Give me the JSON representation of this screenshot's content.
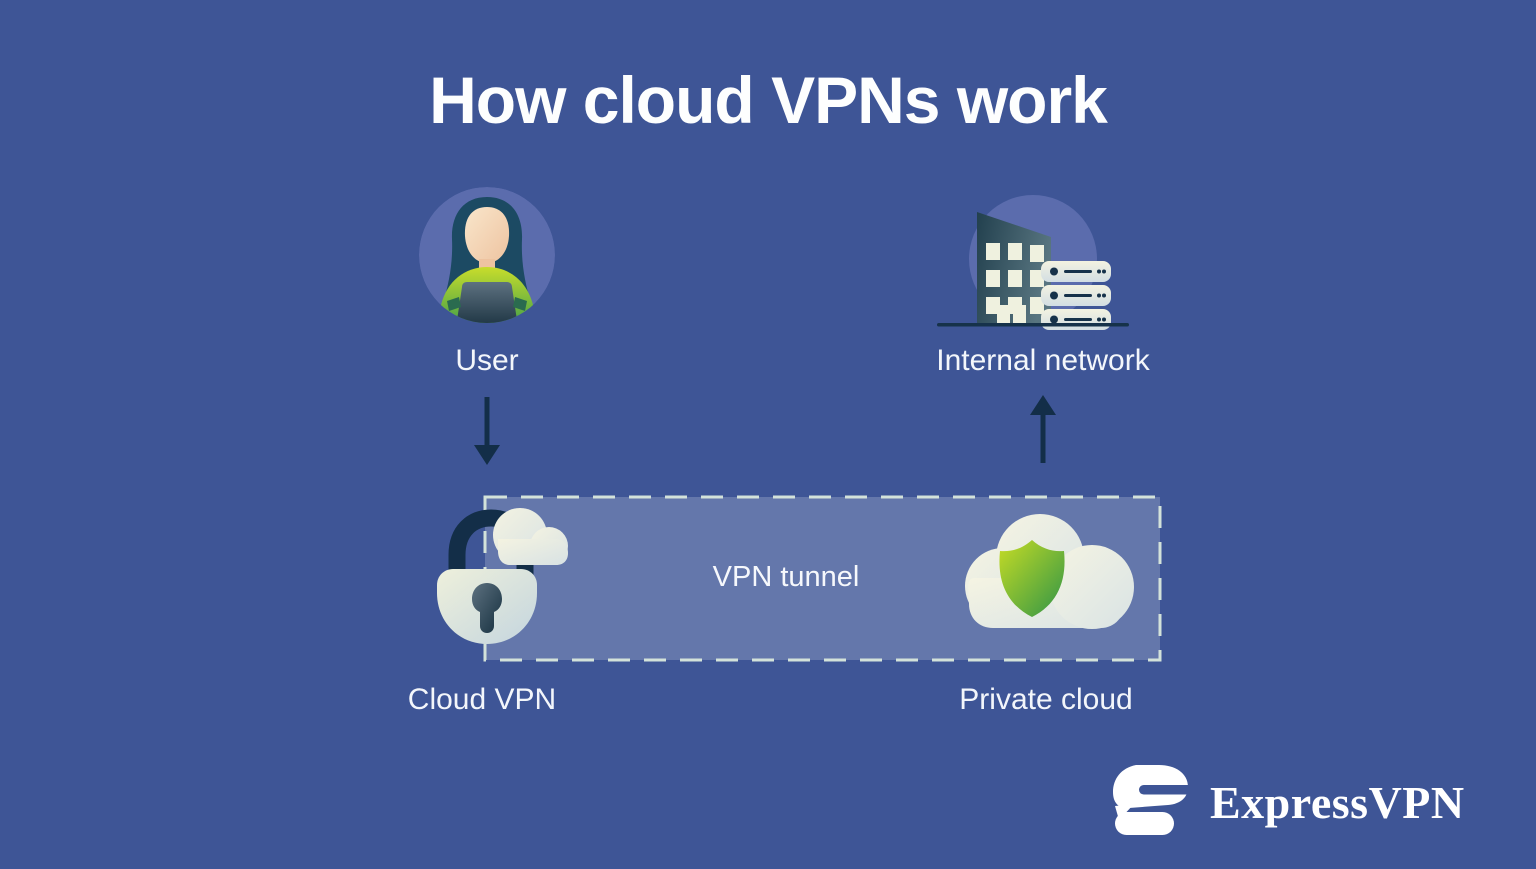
{
  "page": {
    "title": "How cloud VPNs work"
  },
  "colors": {
    "background": "#3e5596",
    "icon_circle": "#5b6cad",
    "tunnel_fill": "rgba(235,242,245,0.22)",
    "tunnel_dash": "#d3e2da",
    "arrow_navy": "#132e48",
    "accent_green": "#3f9e49",
    "accent_lime": "#c3da2a",
    "icon_cream": "#f1f2e0"
  },
  "diagram": {
    "user": {
      "label": "User",
      "icon": "user-at-laptop-icon"
    },
    "internal_network": {
      "label": "Internal network",
      "icon": "office-building-servers-icon"
    },
    "cloud_vpn": {
      "label": "Cloud VPN",
      "icon": "padlock-cloud-icon"
    },
    "private_cloud": {
      "label": "Private cloud",
      "icon": "cloud-shield-icon"
    },
    "tunnel": {
      "label": "VPN tunnel"
    },
    "arrows": [
      {
        "name": "user-to-cloud-vpn",
        "direction": "down"
      },
      {
        "name": "private-cloud-to-internal-network",
        "direction": "up"
      }
    ]
  },
  "branding": {
    "wordmark": "ExpressVPN",
    "logo_icon": "expressvpn-logo-icon"
  }
}
